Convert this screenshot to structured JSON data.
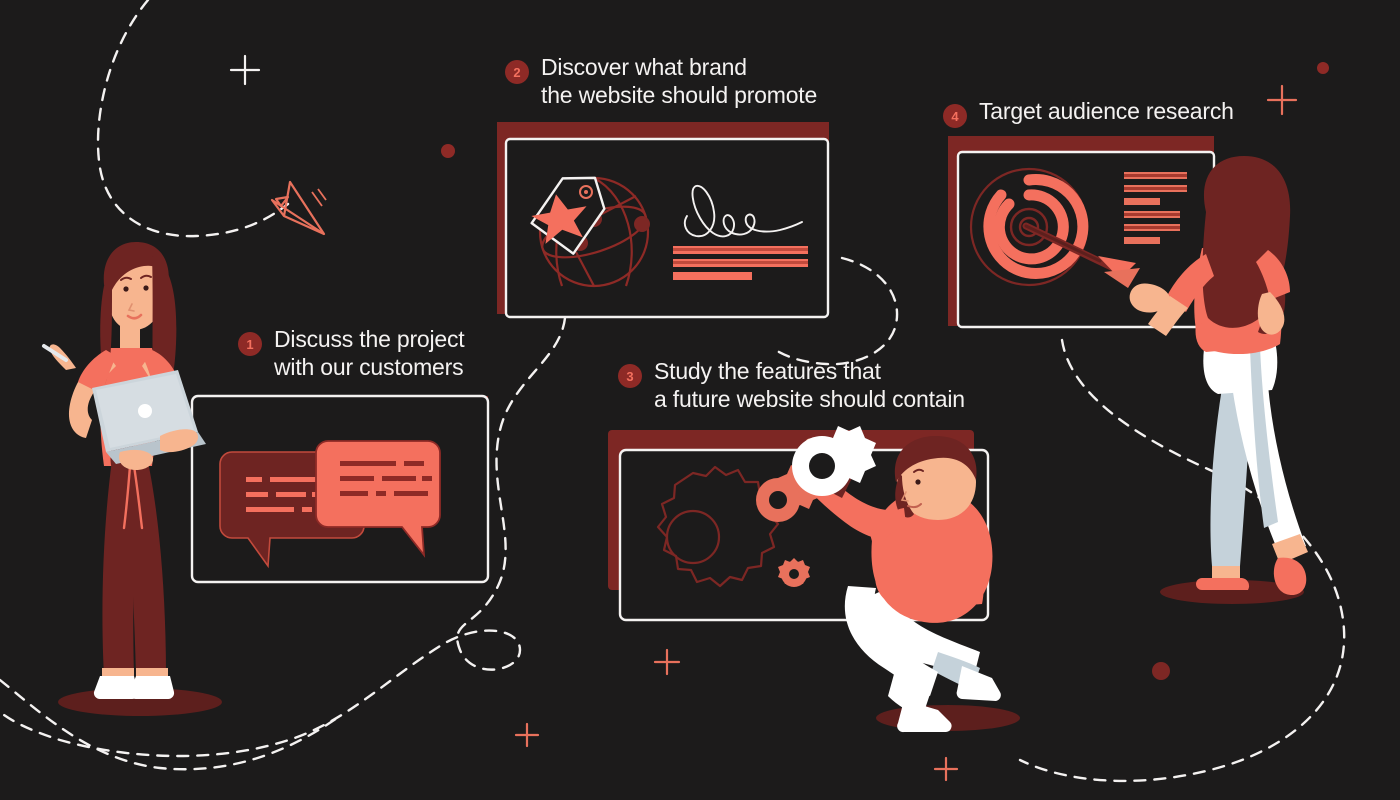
{
  "page": {
    "title": "Website design process steps infographic",
    "background_color": "#1c1b1b"
  },
  "palette": {
    "background": "#1c1b1b",
    "coral": "#f4705e",
    "coral_light": "#fa8b76",
    "dark_red": "#7d2724",
    "deep_red": "#5d1f1d",
    "maroon": "#8e2a26",
    "white": "#ffffff",
    "off_white": "#f4f2f1",
    "skin": "#f7b58f",
    "hair_dark": "#6e2422",
    "laptop_grey": "#ccd5db",
    "pale_blue": "#c5d2da"
  },
  "steps": [
    {
      "number": "1",
      "label": "Discuss the project\nwith our customers",
      "panel": "chat-bubbles-panel"
    },
    {
      "number": "2",
      "label": "Discover what brand\nthe website should promote",
      "panel": "branding-panel"
    },
    {
      "number": "3",
      "label": "Study the features that\na future website should contain",
      "panel": "gears-panel"
    },
    {
      "number": "4",
      "label": "Target audience research",
      "panel": "target-panel"
    }
  ],
  "panels": {
    "chat_bubbles": {
      "name": "chat-bubbles-panel",
      "bubble_back_lines": 5,
      "bubble_front_lines": 6
    },
    "branding": {
      "name": "branding-panel",
      "elements": [
        "price-tag-icon",
        "star-icon",
        "globe-network-icon",
        "signature-scribble",
        "text-bars"
      ],
      "text_bars": 3
    },
    "gears": {
      "name": "gears-panel",
      "gears": [
        "large-outline-gear",
        "medium-coral-gear",
        "small-coral-gear",
        "white-gear"
      ]
    },
    "target": {
      "name": "target-panel",
      "elements": [
        "spiral-target-icon",
        "arrow-icon",
        "text-bars"
      ],
      "text_bars": 6
    }
  },
  "characters": [
    {
      "name": "woman-with-laptop",
      "position": "left",
      "holding": "laptop"
    },
    {
      "name": "man-with-gear",
      "position": "center-right",
      "pose": "crouching",
      "holding": "gear"
    },
    {
      "name": "woman-at-board",
      "position": "right",
      "pose": "standing"
    }
  ],
  "decorations": [
    {
      "name": "paper-plane-icon",
      "color": "#e8715c"
    },
    {
      "name": "dashed-path-top-left",
      "color": "#f4f2f1"
    },
    {
      "name": "dashed-path-center",
      "color": "#f4f2f1"
    },
    {
      "name": "dashed-path-bottom",
      "color": "#f4f2f1"
    },
    {
      "name": "dashed-path-right",
      "color": "#f4f2f1"
    },
    {
      "name": "plus-marker-white",
      "color": "#f4f2f1"
    },
    {
      "name": "plus-marker-coral",
      "color": "#e8715c"
    },
    {
      "name": "dot-marker-red",
      "color": "#8e2a26"
    }
  ]
}
